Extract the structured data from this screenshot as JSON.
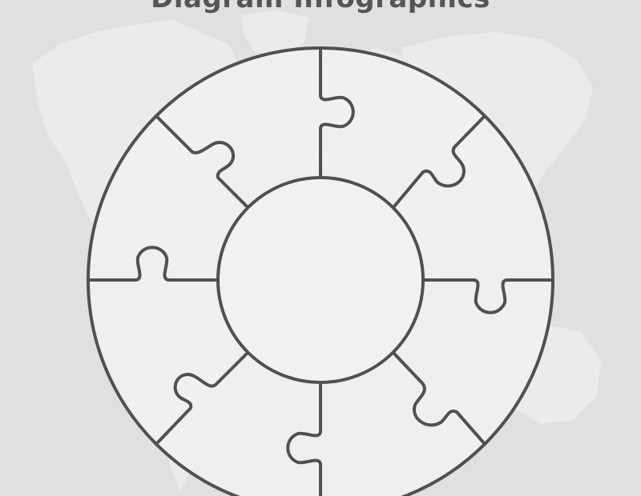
{
  "title": "Diagram Infographics",
  "diagram": {
    "type": "circular-puzzle",
    "piece_count": 8,
    "center": "circle"
  },
  "colors": {
    "background": "#e0e0e0",
    "map": "#eeeeee",
    "piece_fill": "#f1f1f1",
    "outline": "#505050",
    "title": "#555555"
  }
}
